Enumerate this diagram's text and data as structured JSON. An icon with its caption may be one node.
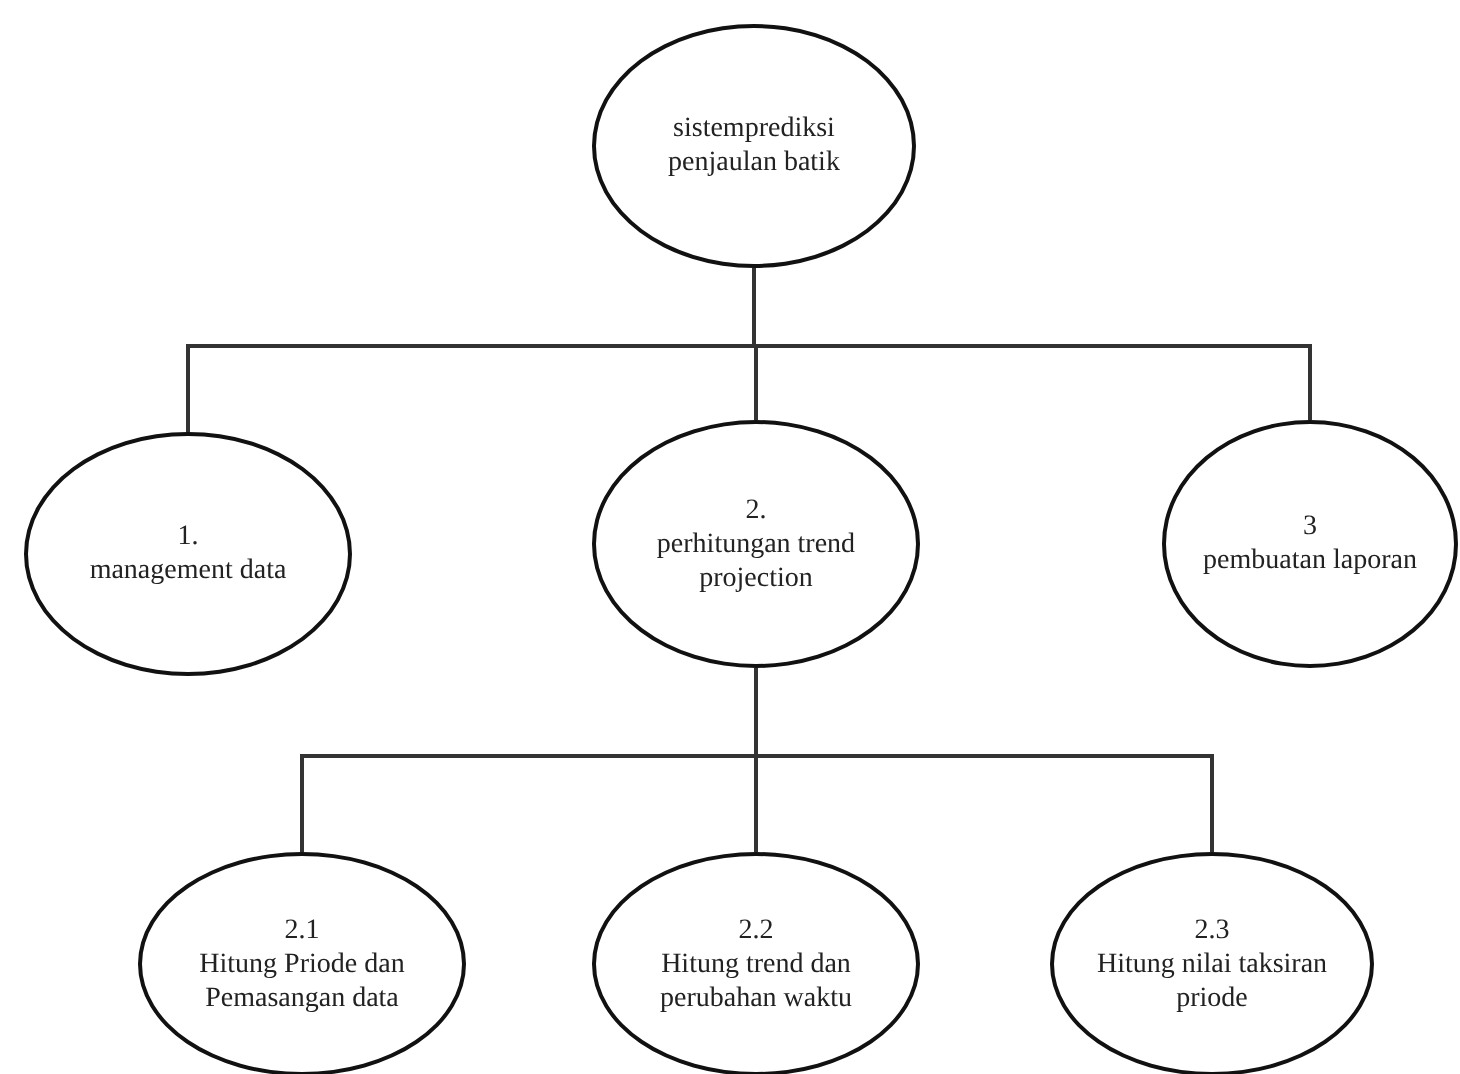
{
  "diagram": {
    "nodes": [
      {
        "text": [
          "sistemprediksi penjaulan batik"
        ]
      },
      {
        "text": [
          "1.",
          "management data"
        ]
      },
      {
        "text": [
          "2.",
          "perhitungan trend projection"
        ]
      },
      {
        "text": [
          "3",
          "pembuatan laporan"
        ]
      },
      {
        "text": [
          "2.1",
          "Hitung Priode dan Pemasangan data"
        ]
      },
      {
        "text": [
          "2.2",
          "Hitung trend dan perubahan waktu"
        ]
      },
      {
        "text": [
          "2.3",
          "Hitung nilai taksiran priode"
        ]
      }
    ],
    "edges": [
      {
        "from": 0,
        "to": 1,
        "arrow": "none"
      },
      {
        "from": 0,
        "to": 2,
        "arrow": "none"
      },
      {
        "from": 0,
        "to": 3,
        "arrow": "none"
      },
      {
        "from": 2,
        "to": 4,
        "arrow": "none"
      },
      {
        "from": 2,
        "to": 5,
        "arrow": "none"
      },
      {
        "from": 2,
        "to": 6,
        "arrow": "none"
      }
    ]
  }
}
